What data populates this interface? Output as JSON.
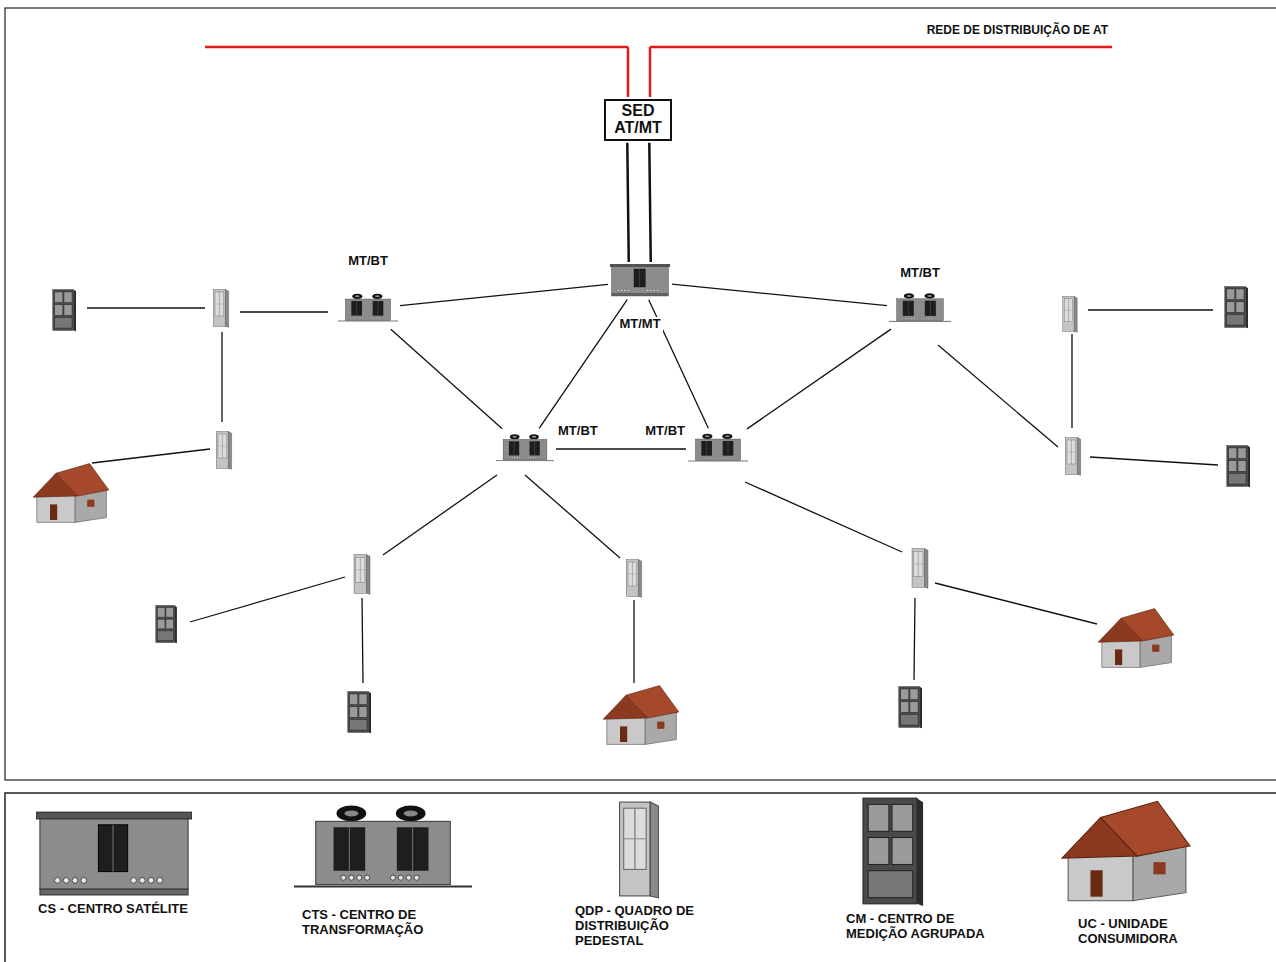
{
  "diagram": {
    "nodes": [
      {
        "text": [
          "SED AT/MT"
        ]
      },
      {
        "text": [
          "MT/MT"
        ]
      },
      {
        "text": [
          "MT/BT"
        ]
      },
      {
        "text": [
          "MT/BT"
        ]
      },
      {
        "text": [
          "MT/BT"
        ]
      },
      {
        "text": [
          "MT/BT"
        ]
      }
    ],
    "edges": [
      {
        "from": 0,
        "to": 1,
        "arrow": "none"
      },
      {
        "from": 0,
        "to": 1,
        "arrow": "none"
      },
      {
        "from": 1,
        "to": 2,
        "arrow": "none"
      },
      {
        "from": 1,
        "to": 3,
        "arrow": "none"
      },
      {
        "from": 1,
        "to": 4,
        "arrow": "none"
      },
      {
        "from": 1,
        "to": 5,
        "arrow": "none"
      },
      {
        "from": 2,
        "to": 4,
        "arrow": "none"
      },
      {
        "from": 4,
        "to": 5,
        "arrow": "none"
      },
      {
        "from": 5,
        "to": 3,
        "arrow": "none"
      }
    ],
    "labels": [
      "REDE DE DISTRIBUIÇÃO DE AT"
    ],
    "legend": [
      {
        "text": "CS - CENTRO SATÉLITE"
      },
      {
        "text": "CTS - CENTRO DE TRANSFORMAÇÃO"
      },
      {
        "text": "QDP - QUADRO DE DISTRIBUIÇÃO PEDESTAL"
      },
      {
        "text": "CM - CENTRO DE MEDIÇÃO AGRUPADA"
      },
      {
        "text": "UC - UNIDADE CONSUMIDORA"
      }
    ]
  }
}
